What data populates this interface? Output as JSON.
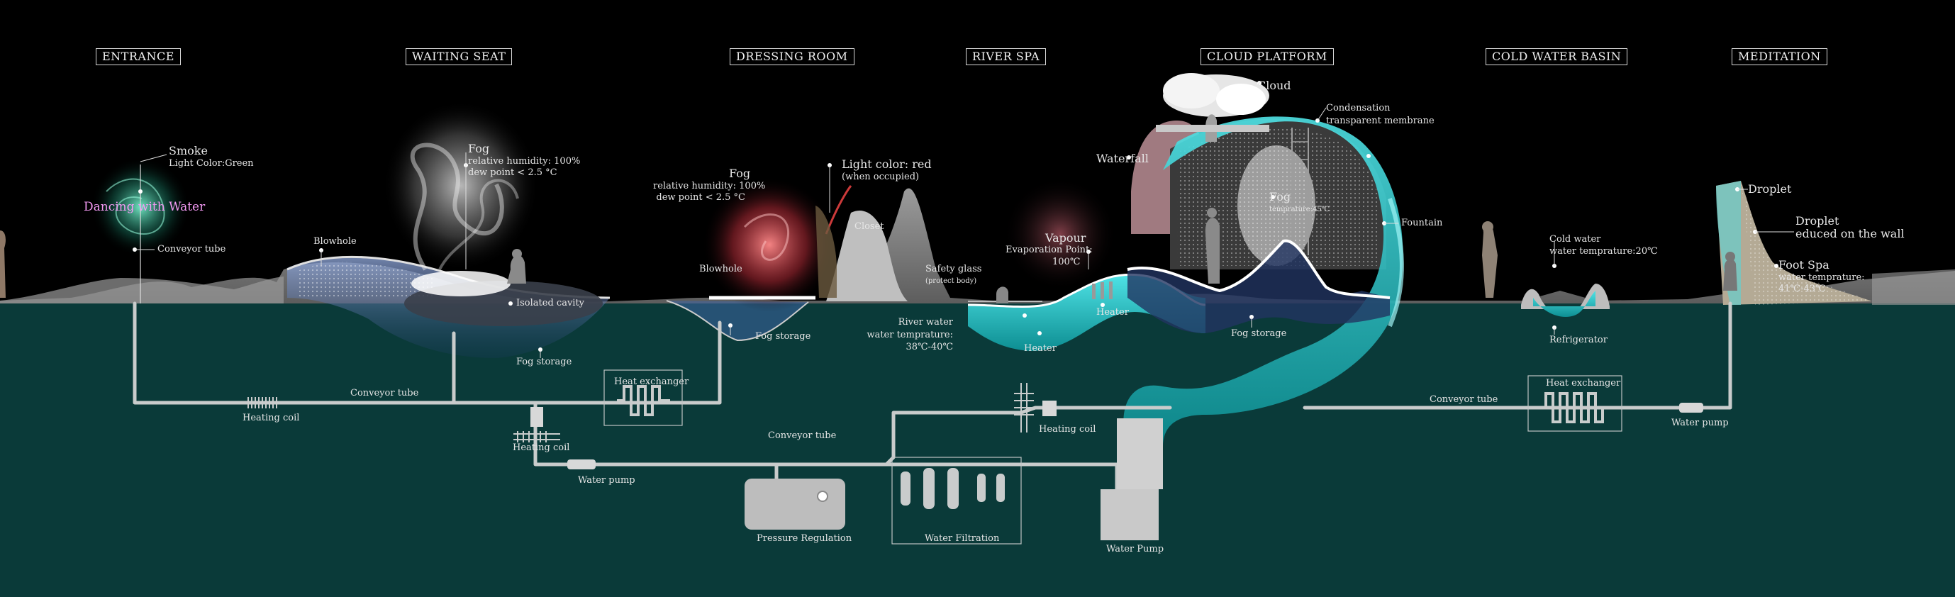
{
  "zones": {
    "entrance": "ENTRANCE",
    "waiting_seat": "WAITING SEAT",
    "dressing_room": "DRESSING ROOM",
    "river_spa": "RIVER SPA",
    "cloud_platform": "CLOUD PLATFORM",
    "cold_water_basin": "COLD WATER BASIN",
    "meditation": "MEDITATION"
  },
  "labels": {
    "smoke": "Smoke",
    "smoke_light": "Light Color:Green",
    "dancing_with_water": "Dancing with Water",
    "conveyor_tube_entrance": "Conveyor tube",
    "blowhole_1": "Blowhole",
    "fog_waiting": "Fog",
    "fog_waiting_humidity": "relative humidity: 100%",
    "fog_waiting_dew": "dew point < 2.5 °C",
    "isolated_cavity": "Isolated cavity",
    "fog_storage_1": "Fog storage",
    "fog_dressing": "Fog",
    "fog_dressing_humidity": "relative humidity: 100%",
    "fog_dressing_dew": "dew point < 2.5 °C",
    "light_color_red": "Light color: red",
    "when_occupied": "(when occupied)",
    "closet": "Closet",
    "blowhole_2": "Blowhole",
    "fog_storage_2": "Fog storage",
    "vapour": "Vapour",
    "evaporation_point": "Evaporation Point:",
    "evaporation_value": "100℃",
    "safety_glass": "Safety glass",
    "protect_body": "(protect body)",
    "river_water": "River water",
    "water_temp_river": "water temprature:",
    "water_temp_river_value": "38℃-40℃",
    "heater_1": "Heater",
    "heater_2": "Heater",
    "waterfall": "Waterfall",
    "cloud": "Cloud",
    "condensation": "Condensation",
    "transparent_membrane": "transparent membrane",
    "fog_cloud": "Fog",
    "fog_cloud_temp": "temprature:45℃",
    "fountain": "Fountain",
    "fog_storage_3": "Fog storage",
    "cold_water": "Cold water",
    "cold_water_temp": "water temprature:20℃",
    "refrigerator": "Refrigerator",
    "droplet_1": "Droplet",
    "droplet_2": "Droplet",
    "educed_on_wall": "educed on the wall",
    "foot_spa": "Foot Spa",
    "foot_spa_temp": "water temprature:",
    "foot_spa_value": "41℃-43℃",
    "heating_coil_1": "Heating coil",
    "conveyor_tube_1": "Conveyor tube",
    "heat_exchanger_1": "Heat exchanger",
    "heating_coil_2": "Heating coil",
    "water_pump_1": "Water pump",
    "conveyor_tube_2": "Conveyor tube",
    "heating_coil_3": "Heating coil",
    "pressure_regulation": "Pressure Regulation",
    "water_filtration": "Water Filtration",
    "water_pump_main": "Water Pump",
    "conveyor_tube_3": "Conveyor tube",
    "heat_exchanger_2": "Heat exchanger",
    "water_pump_2": "Water pump"
  },
  "colors": {
    "sky": "#000000",
    "underground": "#0a3a39",
    "pipe": "#c9cccc",
    "water_cyan": "#21c3c8",
    "label_pink": "#f49af4"
  }
}
